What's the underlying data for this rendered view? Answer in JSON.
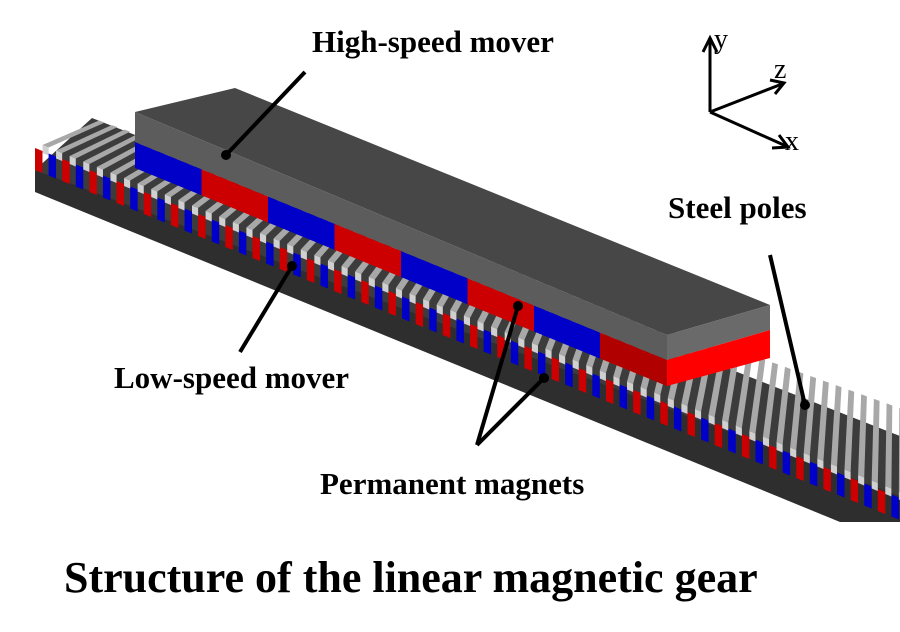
{
  "labels": {
    "high_speed_mover": "High-speed mover",
    "low_speed_mover": "Low-speed mover",
    "steel_poles": "Steel poles",
    "permanent_magnets": "Permanent magnets",
    "caption": "Structure of the linear magnetic gear"
  },
  "axes": {
    "y": "y",
    "z": "z",
    "x": "x"
  },
  "colors": {
    "mover_top": "#4a4a4a",
    "mover_side": "#5a5a5a",
    "magnet_red": "#cc0000",
    "magnet_red_bright": "#ff0000",
    "magnet_blue": "#0000c8",
    "base_dark": "#3a3a3a",
    "pole_gray": "#a8a8a8",
    "pole_light": "#d0d0d0"
  }
}
